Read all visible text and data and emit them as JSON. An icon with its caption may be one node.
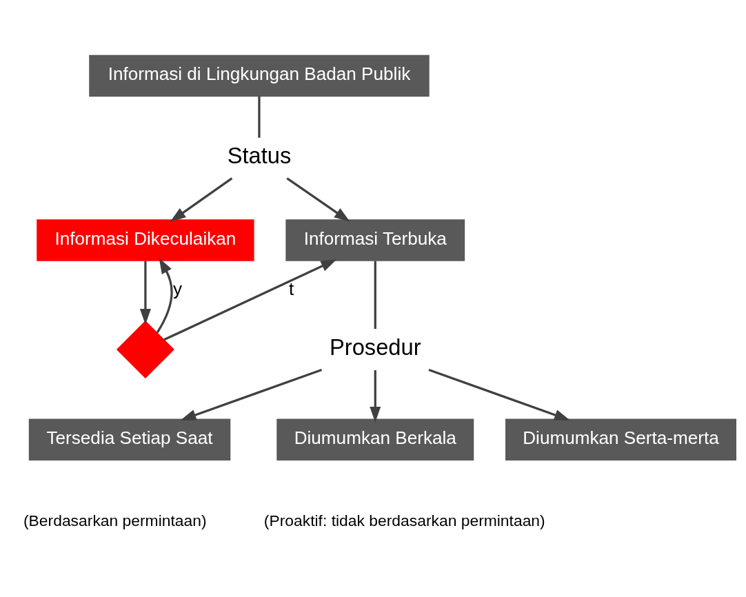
{
  "diagram": {
    "nodes": [
      {
        "text": [
          "Informasi di Lingkungan Badan Publik"
        ]
      },
      {
        "text": [
          "Status"
        ]
      },
      {
        "text": [
          "Informasi Dikeculaikan"
        ]
      },
      {
        "text": [
          "Informasi Terbuka"
        ]
      },
      {
        "text": [],
        "shape": "diamond"
      },
      {
        "text": [
          "Prosedur"
        ]
      },
      {
        "text": [
          "Tersedia Setiap Saat"
        ],
        "beside": [
          "(Berdasarkan permintaan)"
        ]
      },
      {
        "text": [
          "Diumumkan Berkala"
        ]
      },
      {
        "text": [
          "Diumumkan Serta-merta"
        ]
      }
    ],
    "edges": [
      {
        "from": 0,
        "to": 1,
        "arrow": "none"
      },
      {
        "from": 1,
        "to": 2,
        "arrow": "to"
      },
      {
        "from": 1,
        "to": 3,
        "arrow": "to"
      },
      {
        "from": 2,
        "to": 4,
        "arrow": "to"
      },
      {
        "from": 4,
        "to": 2,
        "arrow": "to",
        "label": "y"
      },
      {
        "from": 4,
        "to": 3,
        "arrow": "to",
        "label": "t"
      },
      {
        "from": 3,
        "to": 5,
        "arrow": "none"
      },
      {
        "from": 5,
        "to": 6,
        "arrow": "to"
      },
      {
        "from": 5,
        "to": 7,
        "arrow": "to"
      },
      {
        "from": 5,
        "to": 8,
        "arrow": "to"
      }
    ],
    "labels": [
      "(Proaktif: tidak berdasarkan permintaan)"
    ]
  }
}
